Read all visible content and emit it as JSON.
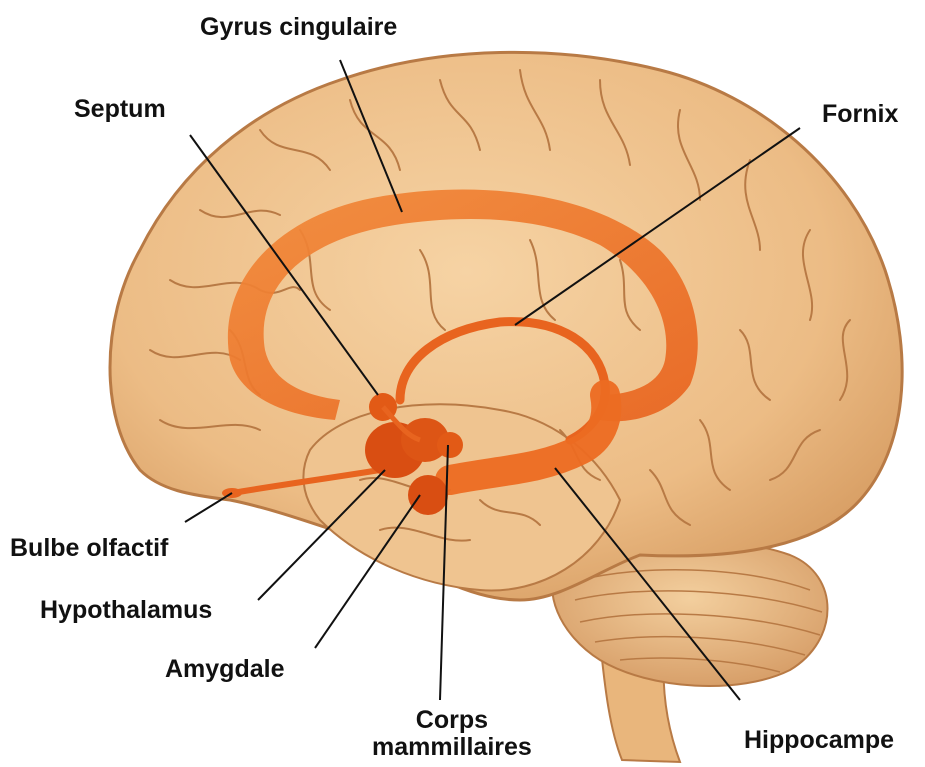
{
  "labels": {
    "gyrus_cingulaire": "Gyrus cingulaire",
    "septum": "Septum",
    "fornix": "Fornix",
    "bulbe_olfactif": "Bulbe olfactif",
    "hypothalamus": "Hypothalamus",
    "amygdale": "Amygdale",
    "corps_mammillaires_line1": "Corps",
    "corps_mammillaires_line2": "mammillaires",
    "hippocampe": "Hippocampe"
  },
  "colors": {
    "background": "#ffffff",
    "brain_fill": "#f0c38c",
    "brain_shadow": "#d99a5c",
    "sulcus": "#b87a45",
    "limbic_orange": "#f07a2c",
    "limbic_deep": "#d94e12",
    "leader_line": "#111111"
  }
}
